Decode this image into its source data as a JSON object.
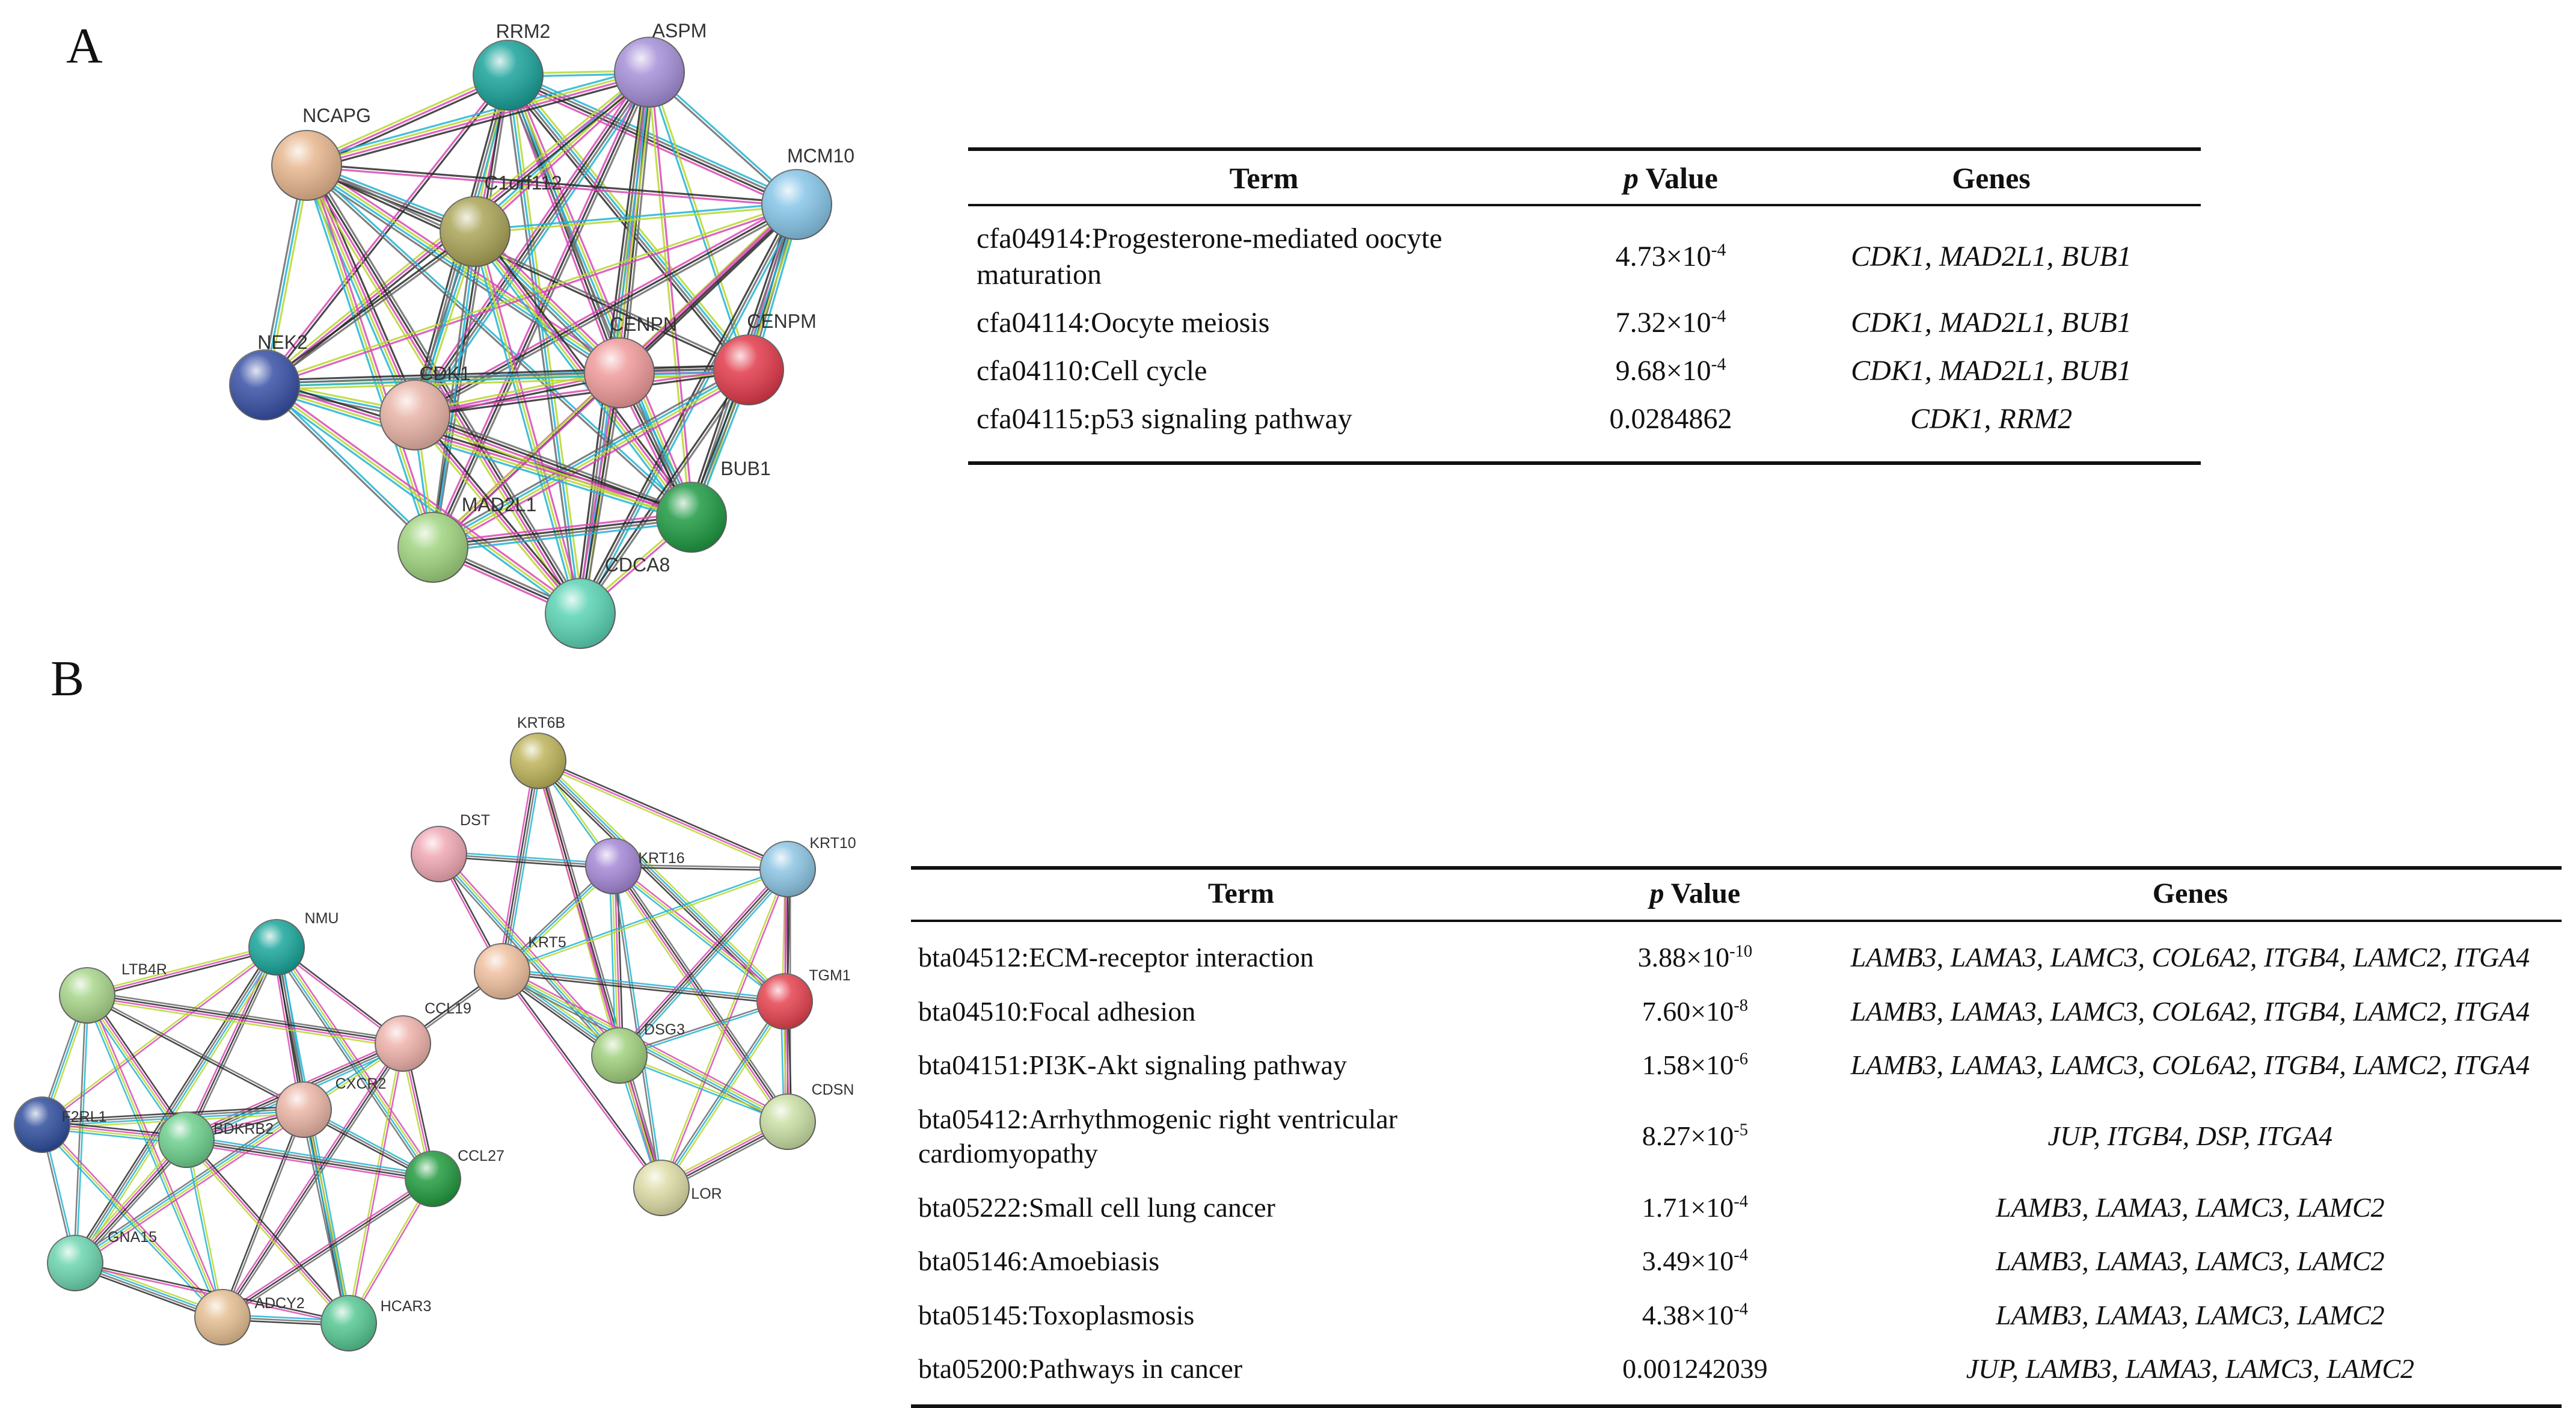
{
  "panels": [
    {
      "label": "A",
      "table": {
        "headers": [
          "Term",
          "p",
          "Value",
          "Genes"
        ],
        "rows": [
          {
            "term": "cfa04914:Progesterone-mediated oocyte maturation",
            "p_base": "4.73×10",
            "p_exp": "-4",
            "genes": "CDK1, MAD2L1, BUB1"
          },
          {
            "term": "cfa04114:Oocyte meiosis",
            "p_base": "7.32×10",
            "p_exp": "-4",
            "genes": "CDK1, MAD2L1, BUB1"
          },
          {
            "term": "cfa04110:Cell cycle",
            "p_base": "9.68×10",
            "p_exp": "-4",
            "genes": "CDK1, MAD2L1, BUB1"
          },
          {
            "term": "cfa04115:p53 signaling pathway",
            "p_base": "0.0284862",
            "p_exp": "",
            "genes": "CDK1, RRM2"
          }
        ]
      },
      "network": {
        "nodes": [
          {
            "label": "RRM2",
            "color": "#1aa39a"
          },
          {
            "label": "ASPM",
            "color": "#a58fd8"
          },
          {
            "label": "NCAPG",
            "color": "#e7b68e"
          },
          {
            "label": "MCM10",
            "color": "#86c5e8"
          },
          {
            "label": "C1orf112",
            "color": "#aaa457"
          },
          {
            "label": "CENPN",
            "color": "#ef9a9a"
          },
          {
            "label": "CENPM",
            "color": "#e23a4b"
          },
          {
            "label": "NEK2",
            "color": "#3850a6"
          },
          {
            "label": "CDK1",
            "color": "#e8b3a6"
          },
          {
            "label": "BUB1",
            "color": "#1f9a43"
          },
          {
            "label": "MAD2L1",
            "color": "#9fd37f"
          },
          {
            "label": "CDCA8",
            "color": "#5ad3b4"
          }
        ]
      }
    },
    {
      "label": "B",
      "table": {
        "headers": [
          "Term",
          "p",
          "Value",
          "Genes"
        ],
        "rows": [
          {
            "term": "bta04512:ECM-receptor interaction",
            "p_base": "3.88×10",
            "p_exp": "-10",
            "genes": "LAMB3, LAMA3, LAMC3, COL6A2, ITGB4, LAMC2, ITGA4"
          },
          {
            "term": "bta04510:Focal adhesion",
            "p_base": "7.60×10",
            "p_exp": "-8",
            "genes": "LAMB3, LAMA3, LAMC3, COL6A2, ITGB4, LAMC2, ITGA4"
          },
          {
            "term": "bta04151:PI3K-Akt signaling pathway",
            "p_base": "1.58×10",
            "p_exp": "-6",
            "genes": "LAMB3, LAMA3, LAMC3, COL6A2, ITGB4, LAMC2, ITGA4"
          },
          {
            "term": "bta05412:Arrhythmogenic right ventricular cardiomyopathy",
            "p_base": "8.27×10",
            "p_exp": "-5",
            "genes": "JUP, ITGB4, DSP, ITGA4"
          },
          {
            "term": "bta05222:Small cell lung cancer",
            "p_base": "1.71×10",
            "p_exp": "-4",
            "genes": "LAMB3, LAMA3, LAMC3, LAMC2"
          },
          {
            "term": "bta05146:Amoebiasis",
            "p_base": "3.49×10",
            "p_exp": "-4",
            "genes": "LAMB3, LAMA3, LAMC3, LAMC2"
          },
          {
            "term": "bta05145:Toxoplasmosis",
            "p_base": "4.38×10",
            "p_exp": "-4",
            "genes": "LAMB3, LAMA3, LAMC3, LAMC2"
          },
          {
            "term": "bta05200:Pathways in cancer",
            "p_base": "0.001242039",
            "p_exp": "",
            "genes": "JUP, LAMB3, LAMA3, LAMC3, LAMC2"
          }
        ]
      },
      "network": {
        "nodes": [
          {
            "label": "KRT6B",
            "color": "#bdb35a"
          },
          {
            "label": "DST",
            "color": "#f0a8b4"
          },
          {
            "label": "KRT16",
            "color": "#a487d6"
          },
          {
            "label": "KRT10",
            "color": "#8cc4e3"
          },
          {
            "label": "KRT5",
            "color": "#efbf9e"
          },
          {
            "label": "TGM1",
            "color": "#e5424f"
          },
          {
            "label": "DSG3",
            "color": "#9fcf7c"
          },
          {
            "label": "CDSN",
            "color": "#c8dea3"
          },
          {
            "label": "LOR",
            "color": "#dcdca6"
          },
          {
            "label": "NMU",
            "color": "#1aa69b"
          },
          {
            "label": "LTB4R",
            "color": "#a8d58a"
          },
          {
            "label": "CCL19",
            "color": "#eeb1aa"
          },
          {
            "label": "CXCR2",
            "color": "#e9b5a5"
          },
          {
            "label": "F2RL1",
            "color": "#2f4e9d"
          },
          {
            "label": "BDKRB2",
            "color": "#6dcf8d"
          },
          {
            "label": "CCL27",
            "color": "#229b3f"
          },
          {
            "label": "GNA15",
            "color": "#6bd5ae"
          },
          {
            "label": "ADCY2",
            "color": "#e4bf92"
          },
          {
            "label": "HCAR3",
            "color": "#56c793"
          }
        ]
      }
    }
  ]
}
